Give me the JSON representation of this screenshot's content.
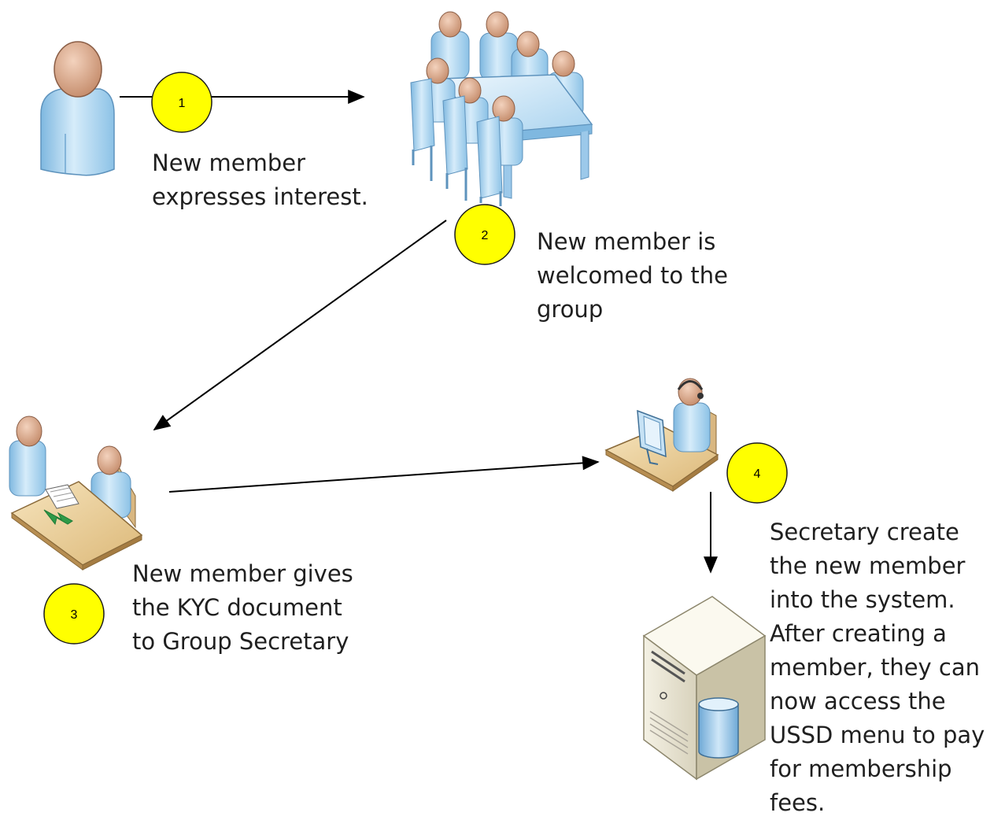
{
  "steps": [
    {
      "number": "1",
      "text": "New member\nexpresses interest."
    },
    {
      "number": "2",
      "text": "New member is\nwelcomed to the\ngroup"
    },
    {
      "number": "3",
      "text": "New member gives\nthe KYC document\nto Group Secretary"
    },
    {
      "number": "4",
      "text": "Secretary create\nthe new member\ninto the system.\nAfter creating a\nmember, they can\nnow access the\nUSSD menu to pay\nfor membership\nfees."
    }
  ],
  "colors": {
    "badge_fill": "#ffff00",
    "badge_stroke": "#1a1a1a",
    "person_body": "#a9d3ef",
    "person_head": "#dba98a",
    "desk": "#e8cd9a",
    "arrow": "#000000"
  }
}
